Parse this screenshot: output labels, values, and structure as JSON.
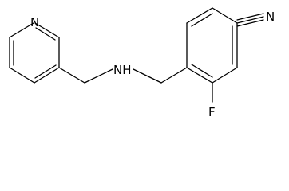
{
  "molecule": {
    "atom_labels": {
      "pyridine_nitrogen": "N",
      "amine_nitrogen": "NH",
      "nitrile_nitrogen": "N",
      "fluorine": "F"
    },
    "bond_color": "#000000",
    "background_color": "#ffffff"
  }
}
